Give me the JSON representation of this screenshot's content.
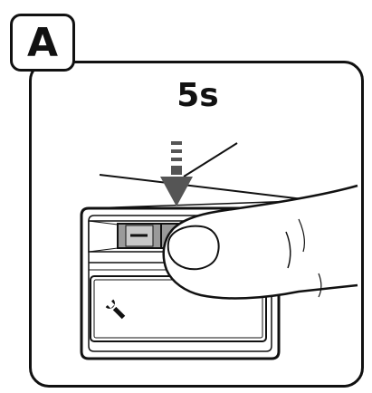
{
  "step": {
    "letter": "A"
  },
  "instruction": {
    "duration_label": "5s"
  },
  "icons": {
    "press_indicator": "down-arrow-icon",
    "service_symbol": "wrench-icon",
    "button_symbol": "minus-icon",
    "finger": "finger-press-illustration"
  },
  "colors": {
    "line": "#111111",
    "arrow": "#555555",
    "button_fill": "#9a9a9a",
    "background": "#ffffff"
  }
}
